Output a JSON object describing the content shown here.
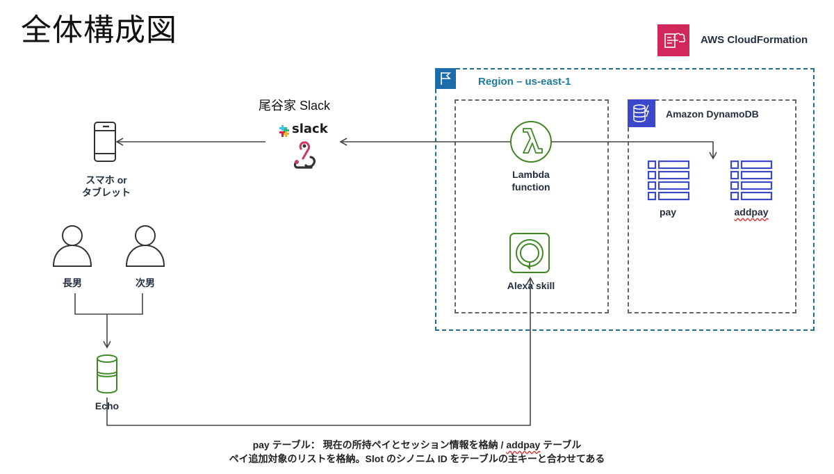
{
  "title": "全体構成図",
  "cloudformation": {
    "label": "AWS CloudFormation",
    "icon": "cloudformation-icon",
    "color": "#d1275a"
  },
  "region": {
    "label": "Region – us-east-1",
    "icon": "flag-icon",
    "color": "#1f6f8f"
  },
  "dynamodb": {
    "label": "Amazon DynamoDB",
    "icon": "dynamodb-icon",
    "color": "#3b48cc",
    "tables": [
      {
        "name": "pay"
      },
      {
        "name": "addpay"
      }
    ]
  },
  "lambda": {
    "label_line1": "Lambda",
    "label_line2": "function",
    "color": "#3f8624"
  },
  "alexa_skill": {
    "label": "Alexa skill"
  },
  "slack": {
    "title": "尾谷家 Slack",
    "wordmark": "slack"
  },
  "device": {
    "label_line1": "スマホ or",
    "label_line2": "タブレット"
  },
  "users": [
    {
      "label": "長男"
    },
    {
      "label": "次男"
    }
  ],
  "echo": {
    "label": "Echo"
  },
  "footnote": {
    "line1_prefix": "pay テーブル： 現在の所持ペイとセッション情報を格納 / ",
    "line1_wavy": "addpay",
    "line1_suffix": " テーブル",
    "line2": "ペイ追加対象のリストを格納。Slot のシノニム ID をテーブルの主キーと合わせてある"
  }
}
